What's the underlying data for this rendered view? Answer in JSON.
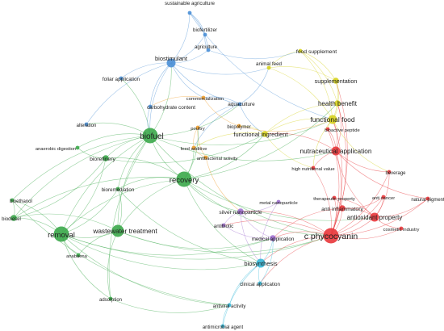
{
  "cluster_colors": {
    "red": "#e8363a",
    "green": "#3ba94a",
    "blue": "#4a8fd6",
    "yellow": "#d6d21e",
    "purple": "#a070d0",
    "cyan": "#35b8d8",
    "orange": "#f0a030"
  },
  "nodes": [
    {
      "id": "sustainable-agriculture",
      "label": "sustainable agriculture",
      "cluster": "blue",
      "size": 1
    },
    {
      "id": "biofertilizer",
      "label": "biofertilizer",
      "cluster": "blue",
      "size": 1
    },
    {
      "id": "agriculture",
      "label": "agriculture",
      "cluster": "blue",
      "size": 1
    },
    {
      "id": "biostimulant",
      "label": "biostimulant",
      "cluster": "blue",
      "size": 3
    },
    {
      "id": "foliar-application",
      "label": "foliar application",
      "cluster": "blue",
      "size": 1
    },
    {
      "id": "carbohydrate-content",
      "label": "carbohydrate content",
      "cluster": "blue",
      "size": 1
    },
    {
      "id": "aquaculture",
      "label": "aquaculture",
      "cluster": "blue",
      "size": 1
    },
    {
      "id": "alteration",
      "label": "alteration",
      "cluster": "blue",
      "size": 1
    },
    {
      "id": "commercialization",
      "label": "commercialization",
      "cluster": "orange",
      "size": 1
    },
    {
      "id": "poultry",
      "label": "poultry",
      "cluster": "orange",
      "size": 1
    },
    {
      "id": "feed-additive",
      "label": "feed additive",
      "cluster": "orange",
      "size": 1
    },
    {
      "id": "antibacterial-activity",
      "label": "antibacterial activity",
      "cluster": "orange",
      "size": 1
    },
    {
      "id": "biopolymer",
      "label": "biopolymer",
      "cluster": "orange",
      "size": 1
    },
    {
      "id": "food-supplement",
      "label": "food supplement",
      "cluster": "yellow",
      "size": 1
    },
    {
      "id": "animal-feed",
      "label": "animal feed",
      "cluster": "yellow",
      "size": 1
    },
    {
      "id": "supplementation",
      "label": "supplementation",
      "cluster": "yellow",
      "size": 2
    },
    {
      "id": "health-benefit",
      "label": "health benefit",
      "cluster": "yellow",
      "size": 2
    },
    {
      "id": "functional-food",
      "label": "functional food",
      "cluster": "yellow",
      "size": 3
    },
    {
      "id": "functional-ingredient",
      "label": "functional ingredient",
      "cluster": "yellow",
      "size": 2
    },
    {
      "id": "bioactive-peptide",
      "label": "bioactive peptide",
      "cluster": "red",
      "size": 1
    },
    {
      "id": "nutraceutical-application",
      "label": "nutraceutical application",
      "cluster": "red",
      "size": 3
    },
    {
      "id": "high-nutritional-value",
      "label": "high nutritional value",
      "cluster": "red",
      "size": 1
    },
    {
      "id": "beverage",
      "label": "beverage",
      "cluster": "red",
      "size": 1
    },
    {
      "id": "therapeutic-property",
      "label": "therapeutic property",
      "cluster": "red",
      "size": 1
    },
    {
      "id": "anti-cancer",
      "label": "anti cancer",
      "cluster": "red",
      "size": 1
    },
    {
      "id": "natural-pigment",
      "label": "natural pigment",
      "cluster": "red",
      "size": 1
    },
    {
      "id": "anti-inflammatory",
      "label": "anti inflammatory",
      "cluster": "red",
      "size": 2
    },
    {
      "id": "antioxidant-property",
      "label": "antioxidant property",
      "cluster": "red",
      "size": 3
    },
    {
      "id": "cosmetic-industry",
      "label": "cosmetic industry",
      "cluster": "red",
      "size": 1
    },
    {
      "id": "c-phycocyanin",
      "label": "c phycocyanin",
      "cluster": "red",
      "size": 5
    },
    {
      "id": "biofuel",
      "label": "biofuel",
      "cluster": "green",
      "size": 5
    },
    {
      "id": "anaerobic-digestion",
      "label": "anaerobic digestion",
      "cluster": "green",
      "size": 1
    },
    {
      "id": "biorefinery",
      "label": "biorefinery",
      "cluster": "green",
      "size": 2
    },
    {
      "id": "recovery",
      "label": "recovery",
      "cluster": "green",
      "size": 5
    },
    {
      "id": "bioremediation",
      "label": "bioremediation",
      "cluster": "green",
      "size": 1
    },
    {
      "id": "bioethanol",
      "label": "bioethanol",
      "cluster": "green",
      "size": 1
    },
    {
      "id": "biodiesel",
      "label": "biodiesel",
      "cluster": "green",
      "size": 2
    },
    {
      "id": "removal",
      "label": "removal",
      "cluster": "green",
      "size": 5
    },
    {
      "id": "wastewater-treatment",
      "label": "wastewater treatment",
      "cluster": "green",
      "size": 4
    },
    {
      "id": "anabaena",
      "label": "anabaena",
      "cluster": "green",
      "size": 1
    },
    {
      "id": "adsorption",
      "label": "adsorption",
      "cluster": "green",
      "size": 1
    },
    {
      "id": "metal-nanoparticle",
      "label": "metal nanoparticle",
      "cluster": "purple",
      "size": 1
    },
    {
      "id": "silver-nanoparticle",
      "label": "silver nanoparticle",
      "cluster": "purple",
      "size": 2
    },
    {
      "id": "antibiotic",
      "label": "antibiotic",
      "cluster": "purple",
      "size": 1
    },
    {
      "id": "medical-application",
      "label": "medical application",
      "cluster": "purple",
      "size": 2
    },
    {
      "id": "biosynthesis",
      "label": "biosynthesis",
      "cluster": "cyan",
      "size": 3
    },
    {
      "id": "clinical-application",
      "label": "clinical application",
      "cluster": "cyan",
      "size": 1
    },
    {
      "id": "antiviral-activity",
      "label": "antiviral activity",
      "cluster": "cyan",
      "size": 1
    },
    {
      "id": "antimicrobial-agent",
      "label": "antimicrobial agent",
      "cluster": "cyan",
      "size": 1
    }
  ],
  "edges": [
    [
      "biofuel",
      "recovery"
    ],
    [
      "biofuel",
      "removal"
    ],
    [
      "biofuel",
      "wastewater-treatment"
    ],
    [
      "biofuel",
      "biorefinery"
    ],
    [
      "biofuel",
      "biodiesel"
    ],
    [
      "biofuel",
      "bioethanol"
    ],
    [
      "biofuel",
      "anaerobic-digestion"
    ],
    [
      "biofuel",
      "alteration"
    ],
    [
      "biofuel",
      "biostimulant"
    ],
    [
      "biofuel",
      "aquaculture"
    ],
    [
      "biofuel",
      "c-phycocyanin"
    ],
    [
      "biofuel",
      "functional-food"
    ],
    [
      "biofuel",
      "nutraceutical-application"
    ],
    [
      "biofuel",
      "bioremediation"
    ],
    [
      "biofuel",
      "adsorption"
    ],
    [
      "recovery",
      "removal"
    ],
    [
      "recovery",
      "wastewater-treatment"
    ],
    [
      "recovery",
      "c-phycocyanin"
    ],
    [
      "recovery",
      "biorefinery"
    ],
    [
      "recovery",
      "functional-ingredient"
    ],
    [
      "recovery",
      "silver-nanoparticle"
    ],
    [
      "recovery",
      "biosynthesis"
    ],
    [
      "recovery",
      "antioxidant-property"
    ],
    [
      "recovery",
      "health-benefit"
    ],
    [
      "recovery",
      "bioremediation"
    ],
    [
      "recovery",
      "biodiesel"
    ],
    [
      "removal",
      "wastewater-treatment"
    ],
    [
      "removal",
      "biodiesel"
    ],
    [
      "removal",
      "bioethanol"
    ],
    [
      "removal",
      "adsorption"
    ],
    [
      "removal",
      "bioremediation"
    ],
    [
      "removal",
      "anabaena"
    ],
    [
      "removal",
      "biorefinery"
    ],
    [
      "removal",
      "c-phycocyanin"
    ],
    [
      "removal",
      "antiviral-activity"
    ],
    [
      "removal",
      "biosynthesis"
    ],
    [
      "wastewater-treatment",
      "bioremediation"
    ],
    [
      "wastewater-treatment",
      "biodiesel"
    ],
    [
      "wastewater-treatment",
      "adsorption"
    ],
    [
      "wastewater-treatment",
      "c-phycocyanin"
    ],
    [
      "wastewater-treatment",
      "anabaena"
    ],
    [
      "wastewater-treatment",
      "medical-application"
    ],
    [
      "biodiesel",
      "bioethanol"
    ],
    [
      "biodiesel",
      "biorefinery"
    ],
    [
      "anaerobic-digestion",
      "biorefinery"
    ],
    [
      "c-phycocyanin",
      "antioxidant-property"
    ],
    [
      "c-phycocyanin",
      "anti-inflammatory"
    ],
    [
      "c-phycocyanin",
      "natural-pigment"
    ],
    [
      "c-phycocyanin",
      "beverage"
    ],
    [
      "c-phycocyanin",
      "cosmetic-industry"
    ],
    [
      "c-phycocyanin",
      "nutraceutical-application"
    ],
    [
      "c-phycocyanin",
      "functional-food"
    ],
    [
      "c-phycocyanin",
      "therapeutic-property"
    ],
    [
      "c-phycocyanin",
      "anti-cancer"
    ],
    [
      "c-phycocyanin",
      "medical-application"
    ],
    [
      "c-phycocyanin",
      "biosynthesis"
    ],
    [
      "c-phycocyanin",
      "silver-nanoparticle"
    ],
    [
      "c-phycocyanin",
      "high-nutritional-value"
    ],
    [
      "c-phycocyanin",
      "health-benefit"
    ],
    [
      "c-phycocyanin",
      "supplementation"
    ],
    [
      "c-phycocyanin",
      "clinical-application"
    ],
    [
      "c-phycocyanin",
      "antibiotic"
    ],
    [
      "c-phycocyanin",
      "bioactive-peptide"
    ],
    [
      "nutraceutical-application",
      "functional-food"
    ],
    [
      "nutraceutical-application",
      "health-benefit"
    ],
    [
      "nutraceutical-application",
      "functional-ingredient"
    ],
    [
      "nutraceutical-application",
      "antioxidant-property"
    ],
    [
      "nutraceutical-application",
      "beverage"
    ],
    [
      "nutraceutical-application",
      "high-nutritional-value"
    ],
    [
      "nutraceutical-application",
      "bioactive-peptide"
    ],
    [
      "nutraceutical-application",
      "natural-pigment"
    ],
    [
      "antioxidant-property",
      "anti-inflammatory"
    ],
    [
      "antioxidant-property",
      "anti-cancer"
    ],
    [
      "antioxidant-property",
      "natural-pigment"
    ],
    [
      "antioxidant-property",
      "cosmetic-industry"
    ],
    [
      "antioxidant-property",
      "therapeutic-property"
    ],
    [
      "antioxidant-property",
      "beverage"
    ],
    [
      "anti-inflammatory",
      "therapeutic-property"
    ],
    [
      "anti-inflammatory",
      "anti-cancer"
    ],
    [
      "anti-inflammatory",
      "medical-application"
    ],
    [
      "functional-food",
      "health-benefit"
    ],
    [
      "functional-food",
      "supplementation"
    ],
    [
      "functional-food",
      "food-supplement"
    ],
    [
      "functional-food",
      "functional-ingredient"
    ],
    [
      "functional-food",
      "bioactive-peptide"
    ],
    [
      "functional-food",
      "animal-feed"
    ],
    [
      "functional-food",
      "beverage"
    ],
    [
      "functional-food",
      "high-nutritional-value"
    ],
    [
      "health-benefit",
      "supplementation"
    ],
    [
      "health-benefit",
      "food-supplement"
    ],
    [
      "health-benefit",
      "functional-ingredient"
    ],
    [
      "supplementation",
      "food-supplement"
    ],
    [
      "supplementation",
      "animal-feed"
    ],
    [
      "food-supplement",
      "animal-feed"
    ],
    [
      "functional-ingredient",
      "biopolymer"
    ],
    [
      "functional-ingredient",
      "high-nutritional-value"
    ],
    [
      "functional-ingredient",
      "feed-additive"
    ],
    [
      "biostimulant",
      "biofertilizer"
    ],
    [
      "biostimulant",
      "agriculture"
    ],
    [
      "biostimulant",
      "sustainable-agriculture"
    ],
    [
      "biostimulant",
      "foliar-application"
    ],
    [
      "biostimulant",
      "carbohydrate-content"
    ],
    [
      "biostimulant",
      "aquaculture"
    ],
    [
      "biostimulant",
      "commercialization"
    ],
    [
      "biostimulant",
      "alteration"
    ],
    [
      "biostimulant",
      "animal-feed"
    ],
    [
      "biofertilizer",
      "agriculture"
    ],
    [
      "biofertilizer",
      "sustainable-agriculture"
    ],
    [
      "agriculture",
      "sustainable-agriculture"
    ],
    [
      "agriculture",
      "food-supplement"
    ],
    [
      "sustainable-agriculture",
      "functional-food"
    ],
    [
      "aquaculture",
      "poultry"
    ],
    [
      "aquaculture",
      "animal-feed"
    ],
    [
      "aquaculture",
      "feed-additive"
    ],
    [
      "aquaculture",
      "commercialization"
    ],
    [
      "aquaculture",
      "functional-ingredient"
    ],
    [
      "poultry",
      "feed-additive"
    ],
    [
      "poultry",
      "antibacterial-activity"
    ],
    [
      "feed-additive",
      "antibacterial-activity"
    ],
    [
      "commercialization",
      "biopolymer"
    ],
    [
      "commercialization",
      "carbohydrate-content"
    ],
    [
      "biopolymer",
      "functional-food"
    ],
    [
      "antibacterial-activity",
      "silver-nanoparticle"
    ],
    [
      "silver-nanoparticle",
      "metal-nanoparticle"
    ],
    [
      "silver-nanoparticle",
      "antibiotic"
    ],
    [
      "silver-nanoparticle",
      "biosynthesis"
    ],
    [
      "silver-nanoparticle",
      "medical-application"
    ],
    [
      "metal-nanoparticle",
      "biosynthesis"
    ],
    [
      "antibiotic",
      "medical-application"
    ],
    [
      "biosynthesis",
      "medical-application"
    ],
    [
      "biosynthesis",
      "clinical-application"
    ],
    [
      "biosynthesis",
      "antiviral-activity"
    ],
    [
      "biosynthesis",
      "antimicrobial-agent"
    ],
    [
      "antiviral-activity",
      "antimicrobial-agent"
    ],
    [
      "clinical-application",
      "medical-application"
    ],
    [
      "adsorption",
      "antiviral-activity"
    ],
    [
      "bioremediation",
      "biosynthesis"
    ],
    [
      "biorefinery",
      "functional-ingredient"
    ],
    [
      "biofuel",
      "foliar-application"
    ],
    [
      "recovery",
      "poultry"
    ],
    [
      "recovery",
      "feed-additive"
    ],
    [
      "biostimulant",
      "biofuel"
    ],
    [
      "carbohydrate-content",
      "biofuel"
    ],
    [
      "removal",
      "medical-application"
    ],
    [
      "bioethanol",
      "antiviral-activity"
    ]
  ]
}
